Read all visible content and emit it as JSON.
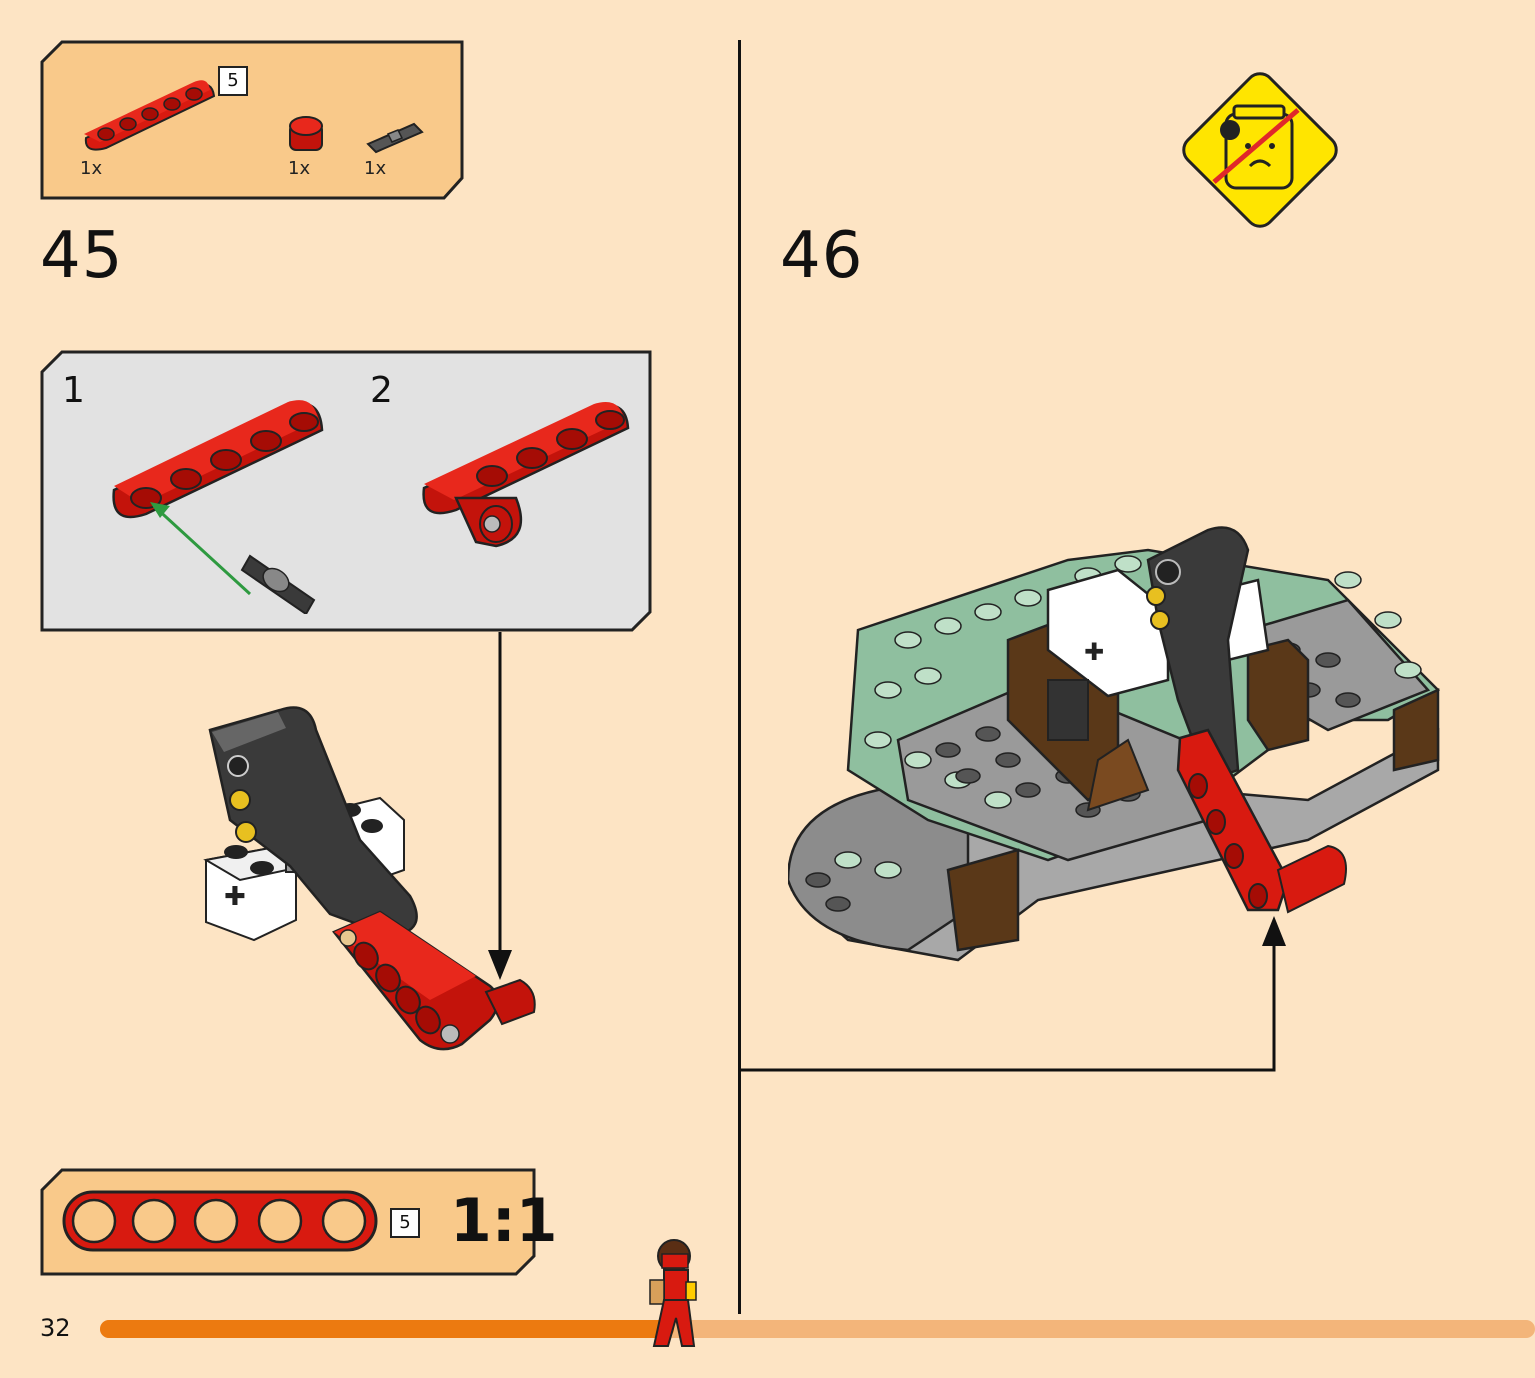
{
  "parts_list": {
    "items": [
      {
        "part": "beam",
        "length_label": "5",
        "qty": "1x"
      },
      {
        "part": "bush",
        "qty": "1x"
      },
      {
        "part": "pin",
        "qty": "1x"
      }
    ]
  },
  "steps": {
    "left": {
      "number": "45"
    },
    "right": {
      "number": "46"
    }
  },
  "substeps": {
    "first": "1",
    "second": "2"
  },
  "scale_ref": {
    "length_label": "5",
    "ratio": "1:1"
  },
  "warning_icon": "no-minifig-head-icon",
  "page": {
    "number": "32",
    "progress": 0.4
  },
  "colors": {
    "background": "#fde4c4",
    "callout": "#f9c98a",
    "substep_bg": "#e2e2e2",
    "brick_red": "#d81a10",
    "progress_done": "#ec7a10",
    "progress_rest": "#f3b57a",
    "warning_yellow": "#ffe500"
  }
}
